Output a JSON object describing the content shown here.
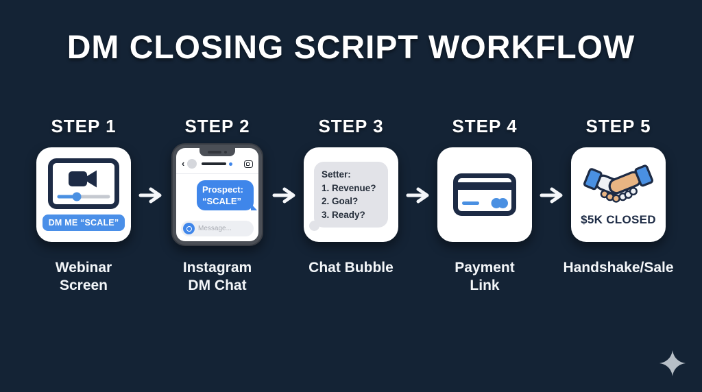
{
  "title": "DM CLOSING SCRIPT WORKFLOW",
  "steps": [
    {
      "label": "STEP 1",
      "caption1": "Webinar",
      "caption2": "Screen",
      "pill": "DM ME “SCALE”"
    },
    {
      "label": "STEP 2",
      "caption1": "Instagram",
      "caption2": "DM Chat",
      "bubble_line1": "Prospect:",
      "bubble_line2": "“SCALE”",
      "message_placeholder": "Message..."
    },
    {
      "label": "STEP 3",
      "caption1": "Chat Bubble",
      "caption2": "",
      "lines": [
        "Setter:",
        "1. Revenue?",
        "2. Goal?",
        "3. Ready?"
      ]
    },
    {
      "label": "STEP 4",
      "caption1": "Payment",
      "caption2": "Link"
    },
    {
      "label": "STEP 5",
      "caption1": "Handshake/Sale",
      "caption2": "",
      "badge": "$5K CLOSED"
    }
  ],
  "icons": {
    "step1": "video-player-icon",
    "step2": "phone-dm-chat-icon",
    "step3": "chat-bubble-icon",
    "step4": "credit-card-icon",
    "step5": "handshake-icon",
    "connector": "arrow-right-icon",
    "footer": "sparkle-icon"
  },
  "colors": {
    "background": "#142335",
    "navy": "#1d2b45",
    "accent_blue": "#3f86ea",
    "pill_blue": "#4a8fe8",
    "card_white": "#ffffff",
    "bubble_gray": "#e2e3e8",
    "sparkle_gray": "#b7bfc7"
  }
}
